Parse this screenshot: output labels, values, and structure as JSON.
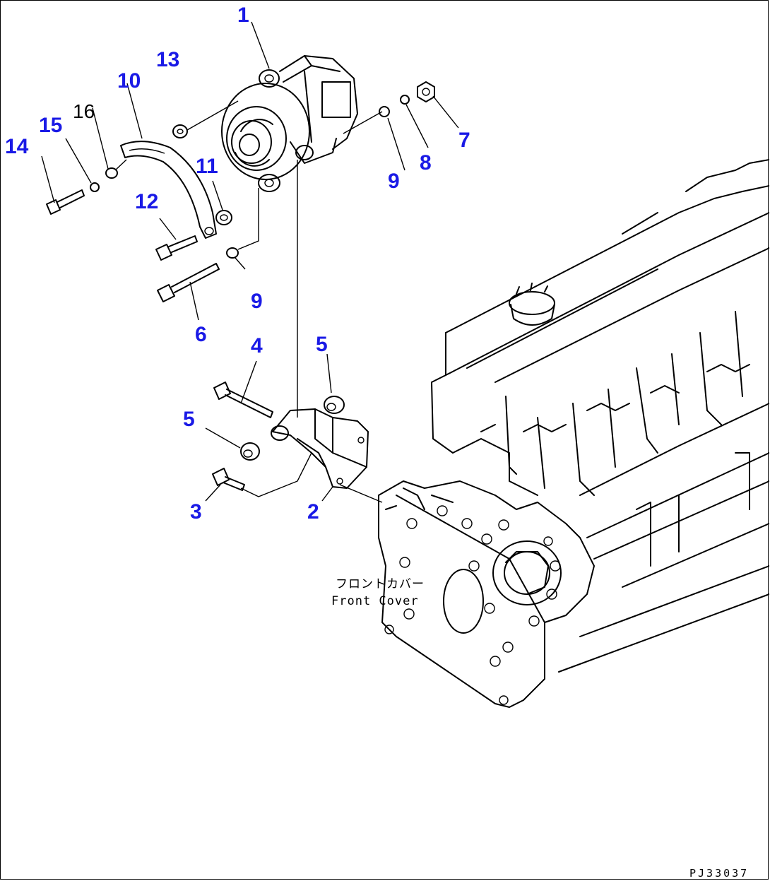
{
  "diagram": {
    "callouts": [
      {
        "id": "c1",
        "text": "1",
        "style": "blue"
      },
      {
        "id": "c2",
        "text": "2",
        "style": "blue"
      },
      {
        "id": "c3",
        "text": "3",
        "style": "blue"
      },
      {
        "id": "c4",
        "text": "4",
        "style": "blue"
      },
      {
        "id": "c5a",
        "text": "5",
        "style": "blue"
      },
      {
        "id": "c5b",
        "text": "5",
        "style": "blue"
      },
      {
        "id": "c6",
        "text": "6",
        "style": "blue"
      },
      {
        "id": "c7",
        "text": "7",
        "style": "blue"
      },
      {
        "id": "c8",
        "text": "8",
        "style": "blue"
      },
      {
        "id": "c9a",
        "text": "9",
        "style": "blue"
      },
      {
        "id": "c9b",
        "text": "9",
        "style": "blue"
      },
      {
        "id": "c10",
        "text": "10",
        "style": "blue"
      },
      {
        "id": "c11",
        "text": "11",
        "style": "blue"
      },
      {
        "id": "c12",
        "text": "12",
        "style": "blue"
      },
      {
        "id": "c13",
        "text": "13",
        "style": "blue"
      },
      {
        "id": "c14",
        "text": "14",
        "style": "blue"
      },
      {
        "id": "c15",
        "text": "15",
        "style": "blue"
      },
      {
        "id": "c16",
        "text": "16",
        "style": "plain"
      }
    ],
    "front_cover_label_jp": "フロントカバー",
    "front_cover_label_en": "Front Cover",
    "drawing_code": "PJ33037",
    "callout_color": "#1a1ae6"
  }
}
